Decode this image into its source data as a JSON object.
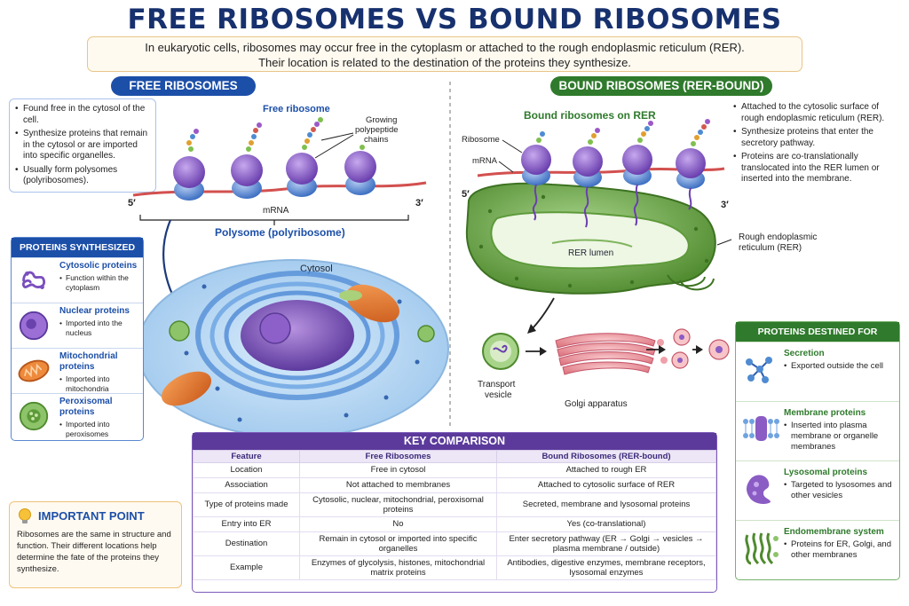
{
  "title": "FREE RIBOSOMES VS BOUND RIBOSOMES",
  "intro": {
    "line1": "In eukaryotic cells, ribosomes may occur free in the cytoplasm or attached to the rough endoplasmic reticulum (RER).",
    "line2": "Their location is related to the destination of the proteins they synthesize."
  },
  "free_section": {
    "pill": "FREE RIBOSOMES",
    "bullets": [
      "Found free in the cytosol of the cell.",
      "Synthesize proteins that remain in the cytosol or are imported into specific organelles.",
      "Usually form polysomes (polyribosomes)."
    ],
    "diagram": {
      "free_ribosome": "Free ribosome",
      "growing_chains": "Growing polypeptide chains",
      "five_prime": "5′",
      "three_prime": "3′",
      "mrna": "mRNA",
      "polysome": "Polysome (polyribosome)",
      "cytosol": "Cytosol"
    }
  },
  "bound_section": {
    "pill": "BOUND RIBOSOMES (RER-BOUND)",
    "bullets": [
      "Attached to the cytosolic surface of rough endoplasmic reticulum (RER).",
      "Synthesize proteins that enter the secretory pathway.",
      "Proteins are co-translationally translocated into the RER lumen or inserted into the membrane."
    ],
    "diagram": {
      "heading": "Bound ribosomes on RER",
      "ribosome": "Ribosome",
      "mrna": "mRNA",
      "five_prime": "5′",
      "three_prime": "3′",
      "rer_lumen": "RER lumen",
      "rer_label": "Rough endoplasmic reticulum (RER)",
      "transport_vesicle": "Transport vesicle",
      "golgi": "Golgi apparatus"
    }
  },
  "proteins_synthesized": {
    "heading": "PROTEINS SYNTHESIZED",
    "items": [
      {
        "name": "Cytosolic proteins",
        "desc": "Function within the cytoplasm",
        "icon": "protein-coil-icon"
      },
      {
        "name": "Nuclear proteins",
        "desc": "Imported into the nucleus",
        "icon": "nucleus-icon"
      },
      {
        "name": "Mitochondrial proteins",
        "desc": "Imported into mitochondria",
        "icon": "mitochondrion-icon"
      },
      {
        "name": "Peroxisomal proteins",
        "desc": "Imported into peroxisomes",
        "icon": "peroxisome-icon"
      }
    ]
  },
  "proteins_destined": {
    "heading": "PROTEINS DESTINED FOR",
    "items": [
      {
        "name": "Secretion",
        "desc": "Exported outside the cell",
        "icon": "secretion-molecules-icon"
      },
      {
        "name": "Membrane proteins",
        "desc": "Inserted into plasma membrane or organelle membranes",
        "icon": "membrane-icon"
      },
      {
        "name": "Lysosomal proteins",
        "desc": "Targeted to lysosomes and other vesicles",
        "icon": "lysosome-icon"
      },
      {
        "name": "Endomembrane system",
        "desc": "Proteins for ER, Golgi, and other membranes",
        "icon": "endomembrane-icon"
      }
    ]
  },
  "important": {
    "title": "IMPORTANT POINT",
    "text": "Ribosomes are the same in structure and function. Their different locations help determine the fate of the proteins they synthesize.",
    "icon": "lightbulb-icon"
  },
  "key_comparison": {
    "heading": "KEY COMPARISON",
    "columns": [
      "Feature",
      "Free Ribosomes",
      "Bound Ribosomes (RER-bound)"
    ],
    "rows": [
      [
        "Location",
        "Free in cytosol",
        "Attached to rough ER"
      ],
      [
        "Association",
        "Not attached to membranes",
        "Attached to cytosolic surface of RER"
      ],
      [
        "Type of proteins made",
        "Cytosolic, nuclear, mitochondrial, peroxisomal proteins",
        "Secreted, membrane and lysosomal proteins"
      ],
      [
        "Entry into ER",
        "No",
        "Yes (co-translational)"
      ],
      [
        "Destination",
        "Remain in cytosol or imported into specific organelles",
        "Enter secretory pathway (ER → Golgi → vesicles → plasma membrane / outside)"
      ],
      [
        "Example",
        "Enzymes of glycolysis, histones, mitochondrial matrix proteins",
        "Antibodies, digestive enzymes, membrane receptors, lysosomal enzymes"
      ]
    ]
  },
  "colors": {
    "free_blue": "#1c4fa8",
    "bound_green": "#2f7a2c",
    "comparison_purple": "#5b3a9b",
    "ribosome_purple": "#8a5cc4",
    "ribosome_blue": "#5b8ad6",
    "mrna_red": "#d2504f"
  }
}
